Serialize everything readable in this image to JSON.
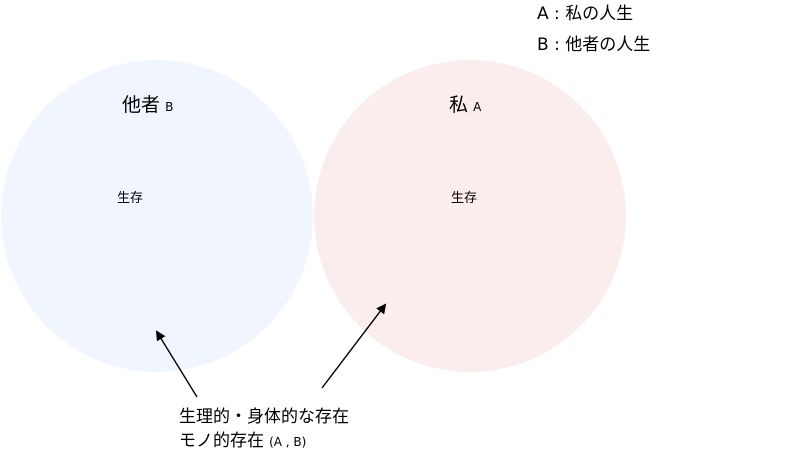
{
  "legend": {
    "a_key": "A",
    "a_sep": ":",
    "a_text": "私の人生",
    "b_key": "B",
    "b_sep": ":",
    "b_text": "他者の人生"
  },
  "left_circle": {
    "title": "他者",
    "title_suffix": "B",
    "inner": "生存",
    "fill": "#f1f5fd"
  },
  "right_circle": {
    "title": "私",
    "title_suffix": "A",
    "inner": "生存",
    "fill": "#fbeced"
  },
  "annotation": {
    "line1": "生理的・身体的な存在",
    "line2": "モノ的存在",
    "line2_suffix": "(A , B)"
  },
  "colors": {
    "arrow": "#000000",
    "text": "#000000"
  }
}
